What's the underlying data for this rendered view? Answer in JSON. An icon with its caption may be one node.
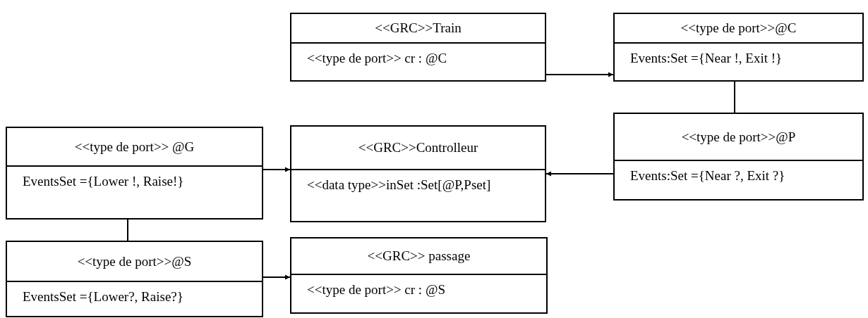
{
  "diagram": {
    "nodes": [
      {
        "text": [
          "<<GRC>>Train",
          "<<type de port>> cr : @C"
        ]
      },
      {
        "text": [
          "<<type de port>>@C",
          "Events:Set ={Near !, Exit !}"
        ]
      },
      {
        "text": [
          "<<type de port>> @G",
          "EventsSet ={Lower !, Raise!}"
        ]
      },
      {
        "text": [
          "<<GRC>>Controlleur",
          "<<data type>>inSet :Set[@P,Pset]"
        ]
      },
      {
        "text": [
          "<<type de port>>@P",
          "Events:Set ={Near ?, Exit ?}"
        ]
      },
      {
        "text": [
          "<<type de port>>@S",
          "EventsSet ={Lower?, Raise?}"
        ]
      },
      {
        "text": [
          "<<GRC>> passage",
          "<<type de port>> cr : @S"
        ]
      }
    ],
    "edges": [
      {
        "from": 0,
        "to": 1,
        "arrow": "to"
      },
      {
        "from": 1,
        "to": 4,
        "arrow": "none"
      },
      {
        "from": 4,
        "to": 3,
        "arrow": "to"
      },
      {
        "from": 2,
        "to": 3,
        "arrow": "to"
      },
      {
        "from": 2,
        "to": 5,
        "arrow": "none"
      },
      {
        "from": 5,
        "to": 6,
        "arrow": "to"
      }
    ]
  }
}
